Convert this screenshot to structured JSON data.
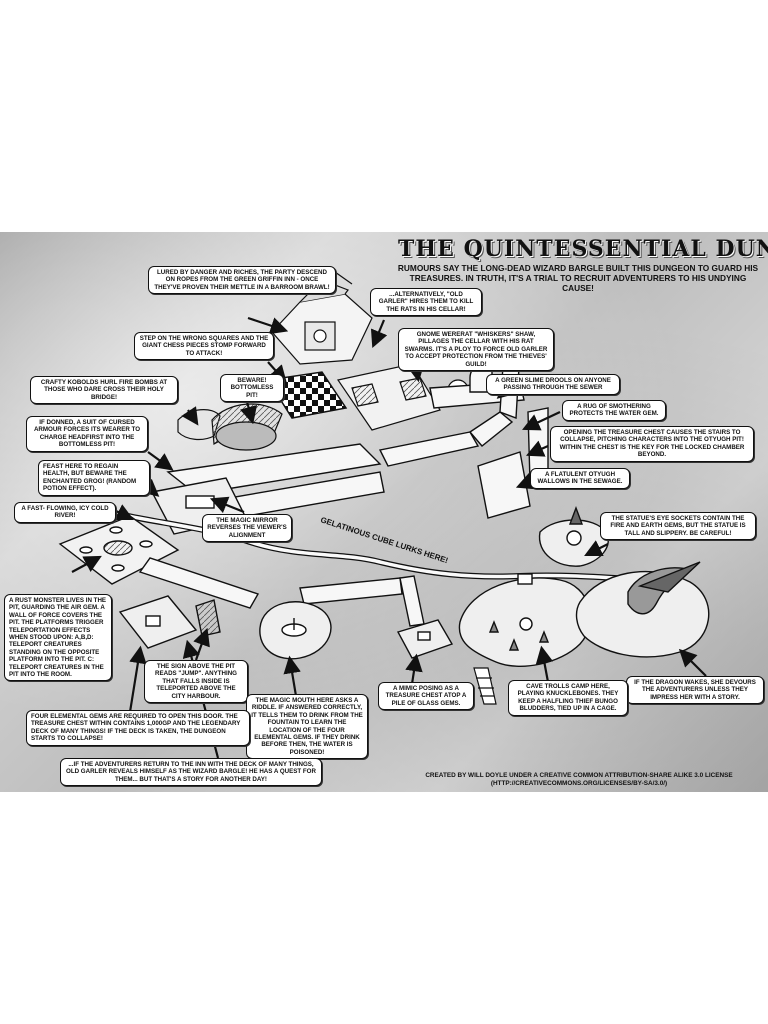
{
  "poster": {
    "title": "THE QUINTESSENTIAL DUNGEON",
    "subtitle": "RUMOURS SAY THE LONG-DEAD WIZARD BARGLE BUILT THIS DUNGEON TO GUARD HIS TREASURES. IN TRUTH, IT'S A TRIAL TO RECRUIT ADVENTURERS TO HIS UNDYING CAUSE!",
    "credit_line_1": "CREATED BY WILL DOYLE UNDER A CREATIVE COMMON ATTRIBUTION-SHARE ALIKE 3.0 LICENSE",
    "credit_line_2": "(HTTP://CREATIVECOMMONS.ORG/LICENSES/BY-SA/3.0/)",
    "map_label": "GELATINOUS CUBE LURKS HERE!"
  },
  "callouts": {
    "inn": "LURED BY DANGER AND RICHES, THE PARTY DESCEND ON ROPES FROM THE GREEN GRIFFIN INN - ONCE THEY'VE PROVEN THEIR METTLE IN A BARROOM BRAWL!",
    "rats": "...ALTERNATIVELY, \"OLD GARLER\" HIRES THEM TO KILL THE RATS IN HIS CELLAR!",
    "chess": "STEP ON THE WRONG SQUARES AND THE GIANT CHESS PIECES STOMP FORWARD TO ATTACK!",
    "wererat": "GNOME WERERAT \"WHISKERS\" SHAW, PILLAGES THE CELLAR WITH HIS RAT SWARMS. IT'S A PLOY TO FORCE OLD GARLER TO ACCEPT PROTECTION FROM THE THIEVES' GUILD!",
    "kobolds": "CRAFTY KOBOLDS HURL FIRE BOMBS AT THOSE WHO DARE CROSS THEIR HOLY BRIDGE!",
    "pit": "BEWARE! BOTTOMLESS PIT!",
    "slime": "A GREEN SLIME DROOLS ON ANYONE PASSING THROUGH THE SEWER",
    "rug": "A RUG OF SMOTHERING PROTECTS THE WATER GEM.",
    "armour": "IF DONNED, A SUIT OF CURSED ARMOUR FORCES ITS WEARER TO CHARGE HEADFIRST INTO THE BOTTOMLESS PIT!",
    "chest": "OPENING THE TREASURE CHEST CAUSES THE STAIRS TO COLLAPSE, PITCHING CHARACTERS INTO THE OTYUGH PIT! WITHIN THE CHEST IS THE KEY FOR THE LOCKED CHAMBER BEYOND.",
    "feast": "FEAST HERE TO REGAIN HEALTH, BUT BEWARE THE ENCHANTED GROG! (RANDOM POTION EFFECT).",
    "otyugh": "A FLATULENT OTYUGH WALLOWS IN THE SEWAGE.",
    "river": "A FAST- FLOWING, ICY COLD RIVER!",
    "mirror": "THE MAGIC MIRROR REVERSES THE VIEWER'S ALIGNMENT",
    "statue": "THE STATUE'S EYE SOCKETS CONTAIN THE FIRE AND EARTH GEMS, BUT THE STATUE IS TALL AND SLIPPERY. BE CAREFUL!",
    "rust": "A RUST MONSTER LIVES IN THE PIT, GUARDING THE AIR GEM. A WALL OF FORCE COVERS THE PIT. THE PLATFORMS TRIGGER TELEPORTATION EFFECTS WHEN STOOD UPON: A,B,D: TELEPORT CREATURES STANDING ON THE OPPOSITE PLATFORM INTO THE PIT. C: TELEPORT CREATURES IN THE PIT INTO THE ROOM.",
    "sign": "THE SIGN ABOVE THE PIT READS \"JUMP\". ANYTHING THAT FALLS INSIDE IS TELEPORTED ABOVE THE CITY HARBOUR.",
    "mimic": "A MIMIC POSING AS A TREASURE CHEST ATOP A PILE OF GLASS GEMS.",
    "dragon": "IF THE DRAGON WAKES, SHE DEVOURS THE ADVENTURERS UNLESS THEY IMPRESS HER WITH A STORY.",
    "mouth": "THE MAGIC MOUTH HERE ASKS A RIDDLE. IF ANSWERED CORRECTLY, IT TELLS THEM TO DRINK FROM THE FOUNTAIN TO LEARN THE LOCATION OF THE FOUR ELEMENTAL GEMS. IF THEY DRINK BEFORE THEN, THE WATER IS POISONED!",
    "trolls": "CAVE TROLLS CAMP HERE, PLAYING KNUCKLEBONES. THEY KEEP A HALFLING THIEF BUNGO BLUDDERS, TIED UP IN A CAGE.",
    "gems": "FOUR ELEMENTAL GEMS ARE REQUIRED TO OPEN THIS DOOR. THE TREASURE CHEST WITHIN CONTAINS 1,000GP AND THE LEGENDARY DECK OF MANY THINGS! IF THE DECK IS TAKEN, THE DUNGEON STARTS TO COLLAPSE!",
    "ending": "...IF THE ADVENTURERS RETURN TO THE INN WITH THE DECK OF MANY THINGS, OLD GARLER REVEALS HIMSELF AS THE WIZARD BARGLE! HE HAS A QUEST FOR THEM... BUT THAT'S A STORY FOR ANOTHER DAY!"
  },
  "colors": {
    "ink": "#111111",
    "paper": "#ffffff",
    "parchment": "#c8c8c8"
  }
}
